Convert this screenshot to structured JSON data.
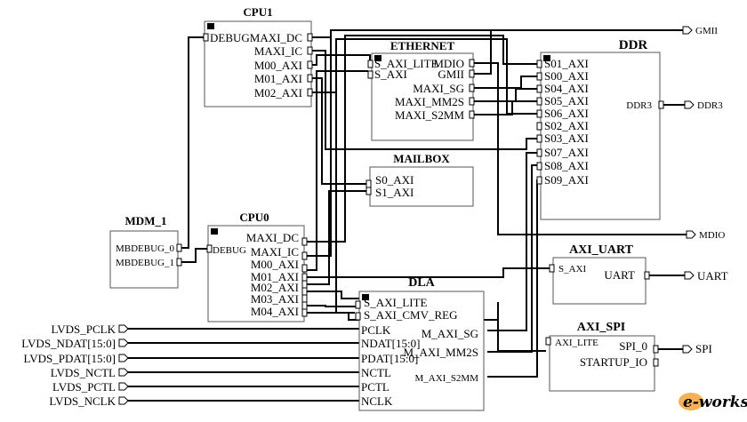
{
  "blocks": {
    "cpu1": {
      "title": "CPU1",
      "ports_left": [
        "DEBUG"
      ],
      "ports_right": [
        "MAXI_DC",
        "MAXI_IC",
        "M00_AXI",
        "M01_AXI",
        "M02_AXI"
      ]
    },
    "ethernet": {
      "title": "ETHERNET",
      "ports_left": [
        "S_AXI_LITE",
        "S_AXI"
      ],
      "ports_right": [
        "MDIO",
        "GMII",
        "MAXI_SG",
        "MAXI_MM2S",
        "MAXI_S2MM"
      ]
    },
    "ddr": {
      "title": "DDR",
      "ports_left": [
        "S01_AXI",
        "S00_AXI",
        "S04_AXI",
        "S05_AXI",
        "S06_AXI",
        "S02_AXI",
        "S03_AXI",
        "S07_AXI",
        "S08_AXI",
        "S09_AXI"
      ],
      "ports_right": [
        "DDR3"
      ]
    },
    "mailbox": {
      "title": "MAILBOX",
      "ports_left": [
        "S0_AXI",
        "S1_AXI"
      ]
    },
    "mdm": {
      "title": "MDM_1",
      "ports_right": [
        "MBDEBUG_0",
        "MBDEBUG_1"
      ]
    },
    "cpu0": {
      "title": "CPU0",
      "ports_left": [
        "DEBUG"
      ],
      "ports_right": [
        "MAXI_DC",
        "MAXI_IC",
        "M00_AXI",
        "M01_AXI",
        "M02_AXI",
        "M03_AXI",
        "M04_AXI"
      ]
    },
    "axi_uart": {
      "title": "AXI_UART",
      "ports_left": [
        "S_AXI"
      ],
      "ports_right": [
        "UART"
      ]
    },
    "dla": {
      "title": "DLA",
      "ports_left": [
        "S_AXI_LITE",
        "S_AXI_CMV_REG",
        "PCLK",
        "NDAT[15:0]",
        "PDAT[15:0]",
        "NCTL",
        "PCTL",
        "NCLK"
      ],
      "ports_right": [
        "M_AXI_SG",
        "M_AXI_MM2S",
        "M_AXI_S2MM"
      ]
    },
    "axi_spi": {
      "title": "AXI_SPI",
      "ports_left": [
        "AXI_LITE"
      ],
      "ports_right": [
        "SPI_0",
        "STARTUP_IO"
      ]
    }
  },
  "external_ports": {
    "gmii": "GMII",
    "ddr3": "DDR3",
    "mdio": "MDIO",
    "uart": "UART",
    "spi": "SPI",
    "lvds_pclk": "LVDS_PCLK",
    "lvds_ndat": "LVDS_NDAT[15:0]",
    "lvds_pdat": "LVDS_PDAT[15:0]",
    "lvds_nctl": "LVDS_NCTL",
    "lvds_pctl": "LVDS_PCTL",
    "lvds_nclk": "LVDS_NCLK"
  },
  "watermark": "e-works"
}
